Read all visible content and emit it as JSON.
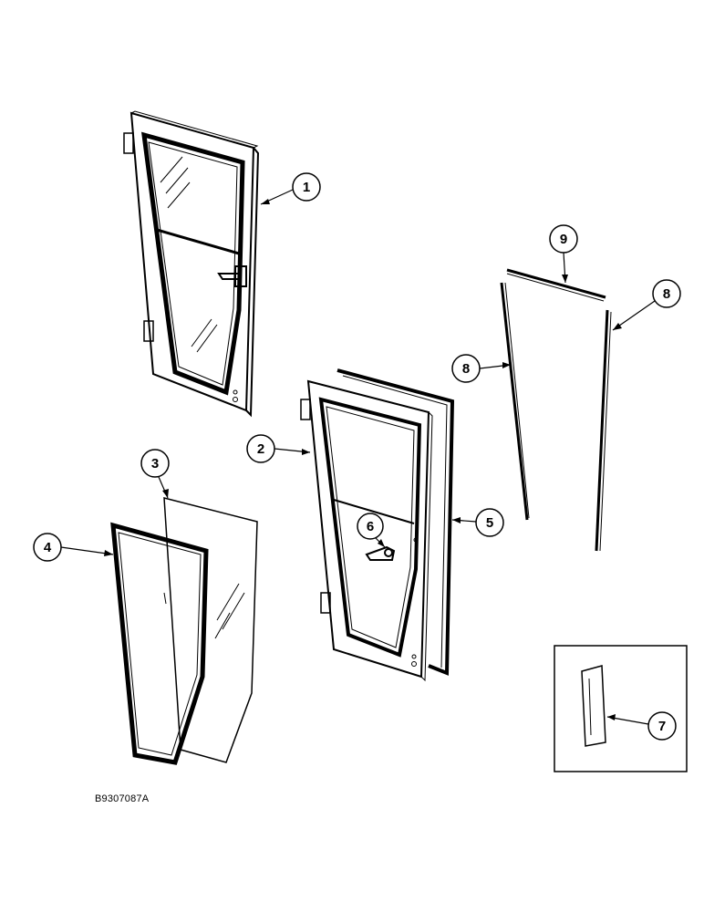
{
  "figure": {
    "reference_code": "B9307087A"
  },
  "callouts": [
    {
      "id": "1",
      "label": "1"
    },
    {
      "id": "2",
      "label": "2"
    },
    {
      "id": "3",
      "label": "3"
    },
    {
      "id": "4",
      "label": "4"
    },
    {
      "id": "5",
      "label": "5"
    },
    {
      "id": "6",
      "label": "6"
    },
    {
      "id": "7",
      "label": "7"
    },
    {
      "id": "8a",
      "label": "8"
    },
    {
      "id": "8b",
      "label": "8"
    },
    {
      "id": "9",
      "label": "9"
    }
  ],
  "parts": [
    {
      "id": "door-assembly",
      "callout": "1"
    },
    {
      "id": "door-frame",
      "callout": "2"
    },
    {
      "id": "glass-pane",
      "callout": "3"
    },
    {
      "id": "glass-seal",
      "callout": "4"
    },
    {
      "id": "door-frame-seal",
      "callout": "5"
    },
    {
      "id": "door-latch-handle",
      "callout": "6"
    },
    {
      "id": "adhesive-block",
      "callout": "7"
    },
    {
      "id": "weatherstrip-vertical",
      "callout": "8"
    },
    {
      "id": "weatherstrip-top",
      "callout": "9"
    }
  ]
}
